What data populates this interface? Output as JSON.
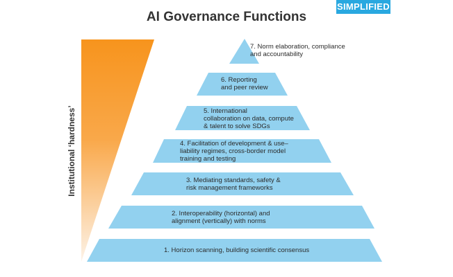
{
  "header": {
    "title": "AI Governance Functions",
    "badge": "SIMPLIFIED"
  },
  "axis": {
    "label": "Institutional ‘hardness’"
  },
  "colors": {
    "tier_fill": "#92d1ef",
    "gradient_top": "#f7941d",
    "gradient_bottom": "#fdf3e8",
    "badge": "#29a8e0"
  },
  "pyramid": {
    "tiers": [
      {
        "text": "7. Norm elaboration, compliance\nand accountability"
      },
      {
        "text": "6. Reporting\nand peer review"
      },
      {
        "text": "5. International\ncollaboration on data, compute\n& talent to solve SDGs"
      },
      {
        "text": "4. Facilitation of development & use–\nliability regimes, cross-border model\ntraining and testing"
      },
      {
        "text": "3. Mediating standards, safety &\nrisk management frameworks"
      },
      {
        "text": "2. Interoperability (horizontal) and\nalignment (vertically) with norms"
      },
      {
        "text": "1. Horizon scanning, building scientific consensus"
      }
    ]
  }
}
